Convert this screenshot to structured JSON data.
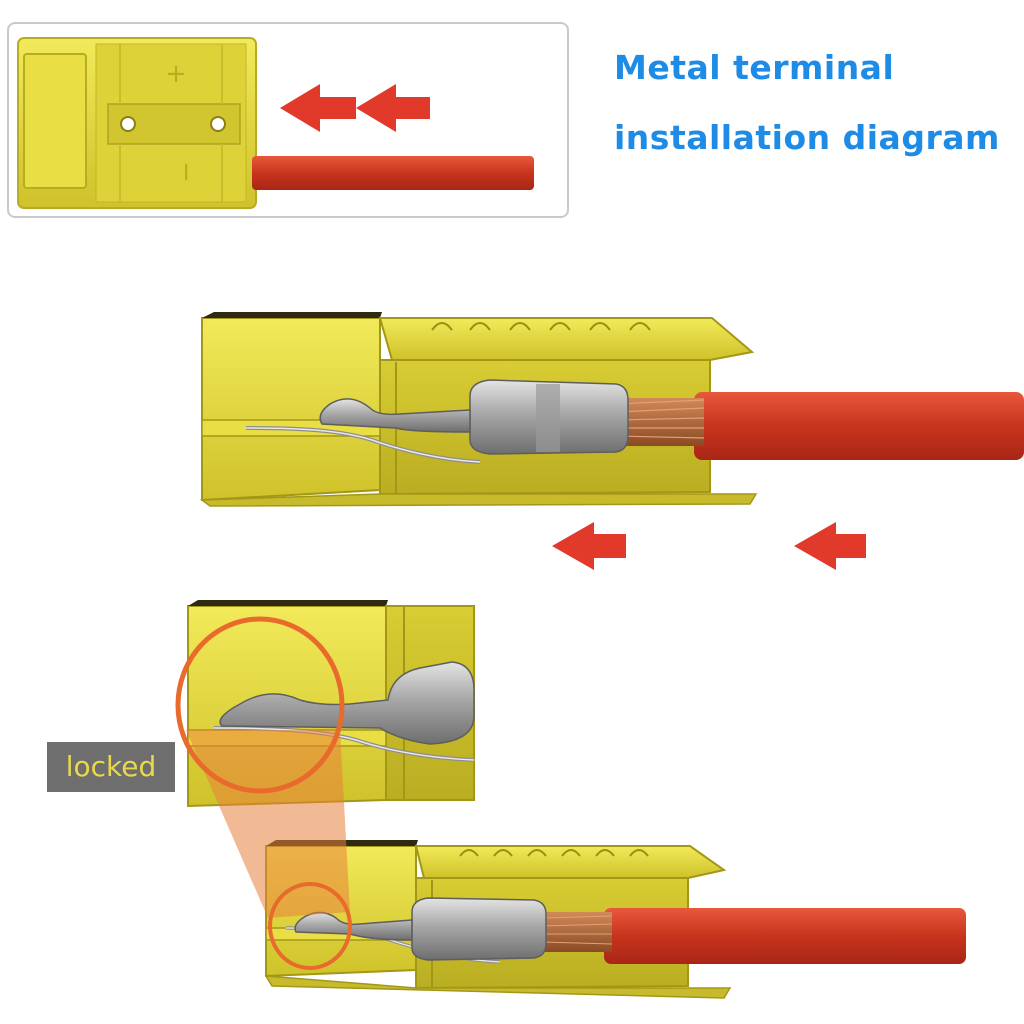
{
  "title": {
    "line1": "Metal terminal",
    "line2": "installation diagram"
  },
  "inset": {
    "polarity_plus": "+",
    "polarity_minus": "−"
  },
  "callout": {
    "label": "locked"
  },
  "colors": {
    "title": "#1e8be6",
    "housing_yellow": "#e6dc3c",
    "wire_red": "#d6412a",
    "arrow_red": "#e23a2a",
    "highlight_orange": "#e86a2c",
    "label_bg": "#6e6e6e",
    "label_text": "#e8d84a"
  },
  "icons": [
    "arrow-left-icon",
    "highlight-circle"
  ]
}
